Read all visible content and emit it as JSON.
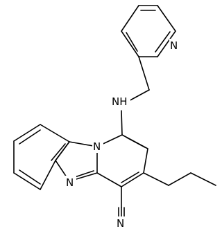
{
  "molecule": {
    "atom_labels": {
      "pyridine_n": "N",
      "amine_nh": "NH",
      "ring_n": "N",
      "imidazole_n": "N",
      "nitrile_n": "N"
    },
    "colors": {
      "bond": "#000000",
      "label": "#000000",
      "background": "#ffffff"
    }
  }
}
